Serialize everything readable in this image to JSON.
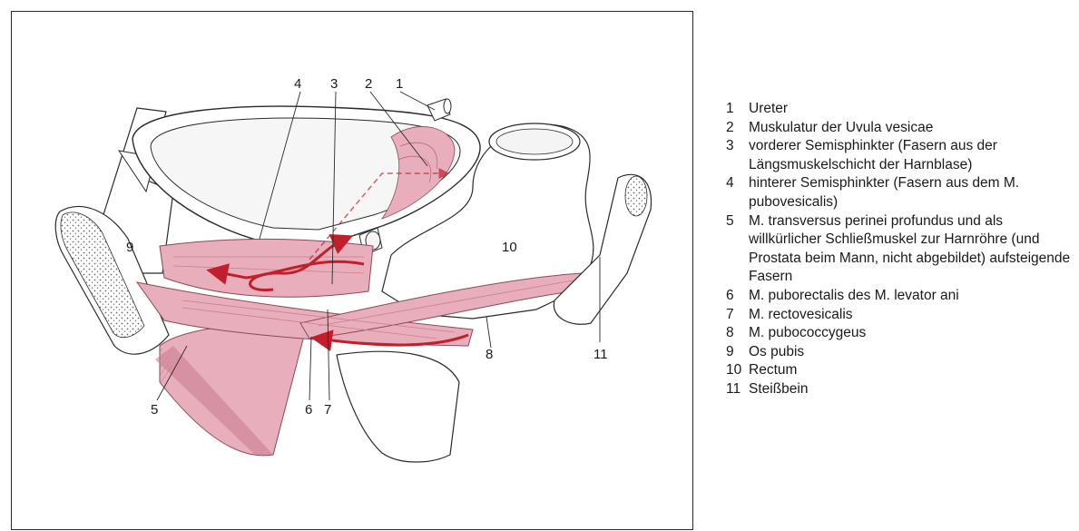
{
  "figure": {
    "callouts": [
      {
        "id": "n1",
        "text": "1"
      },
      {
        "id": "n2",
        "text": "2"
      },
      {
        "id": "n3",
        "text": "3"
      },
      {
        "id": "n4",
        "text": "4"
      },
      {
        "id": "n5",
        "text": "5"
      },
      {
        "id": "n6",
        "text": "6"
      },
      {
        "id": "n7",
        "text": "7"
      },
      {
        "id": "n8",
        "text": "8"
      },
      {
        "id": "n9",
        "text": "9"
      },
      {
        "id": "n10",
        "text": "10"
      },
      {
        "id": "n11",
        "text": "11"
      }
    ],
    "colors": {
      "muscle": "#e9aebb",
      "muscle_dark": "#c97f8f",
      "arrow": "#c0202c",
      "outline": "#2a2a2a",
      "bone_dot": "#6a6a6a"
    }
  },
  "legend": [
    {
      "num": "1",
      "text": "Ureter"
    },
    {
      "num": "2",
      "text": "Muskulatur der Uvula vesicae"
    },
    {
      "num": "3",
      "text": "vorderer Semisphinkter (Fasern aus der Längsmuskelschicht der Harnblase)"
    },
    {
      "num": "4",
      "text": "hinterer Semisphinkter (Fasern aus dem M. pubovesicalis)"
    },
    {
      "num": "5",
      "text": "M. transversus perinei profundus und als willkürlicher Schließmuskel zur Harnröhre (und Prostata beim Mann, nicht abgebildet) aufsteigende Fasern"
    },
    {
      "num": "6",
      "text": "M. puborectalis des M. levator ani"
    },
    {
      "num": "7",
      "text": "M. rectovesicalis"
    },
    {
      "num": "8",
      "text": "M. pubococcygeus"
    },
    {
      "num": "9",
      "text": "Os pubis"
    },
    {
      "num": "10",
      "text": "Rectum"
    },
    {
      "num": "11",
      "text": "Steißbein"
    }
  ]
}
